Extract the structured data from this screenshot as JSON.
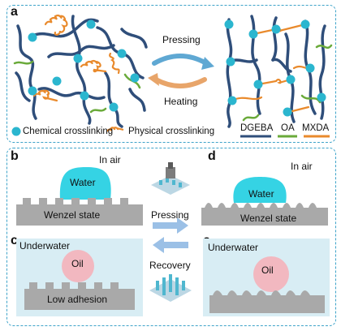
{
  "panel_a": {
    "letter": "a",
    "pressing": "Pressing",
    "heating": "Heating",
    "legend": {
      "chemical": "Chemical crosslinking",
      "physical": "Physical crosslinking",
      "dgeba": "DGEBA",
      "oa": "OA",
      "mxda": "MXDA"
    }
  },
  "panel_b": {
    "letter": "b",
    "env": "In air",
    "drop": "Water",
    "surface": "Wenzel state"
  },
  "panel_c": {
    "letter": "c",
    "env": "Underwater",
    "drop": "Oil",
    "surface": "Low adhesion"
  },
  "panel_d": {
    "letter": "d",
    "env": "In air",
    "drop": "Water",
    "surface": "Wenzel state"
  },
  "panel_e": {
    "letter": "e",
    "env": "Underwater",
    "drop": "Oil"
  },
  "middle": {
    "pressing": "Pressing",
    "recovery": "Recovery"
  },
  "colors": {
    "dgeba": "#2f4e7a",
    "oa": "#6aaa3a",
    "mxda": "#e98a2c",
    "node": "#2bb6cf",
    "water": "#35d3e4",
    "oil": "#f2b8c0",
    "surface": "#a9a9a9",
    "underwater_bg": "#d8edf4",
    "dashed_border": "#3ea3c9"
  }
}
